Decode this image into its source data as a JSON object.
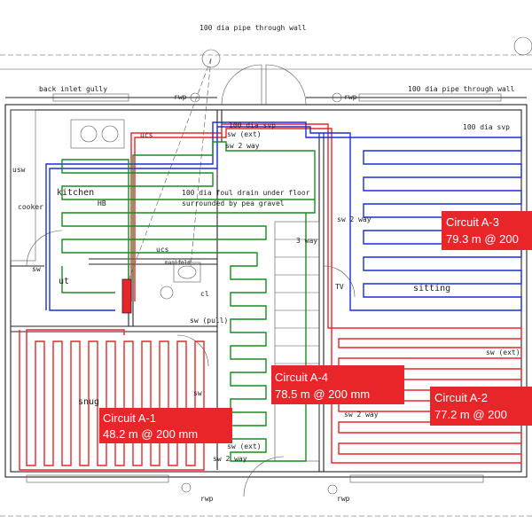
{
  "colors": {
    "circuit_red": "#e8262a",
    "circuit_green": "#1a8a22",
    "circuit_blue": "#1b2fd6",
    "callout_bg": "#e8262a",
    "walls": "#222222"
  },
  "annotations": {
    "pipe_top": "100 dia pipe through wall",
    "pipe_right": "100 dia pipe through wall",
    "gully": "back inlet gully",
    "rwp": "rwp",
    "ucs": "ucs",
    "usw": "usw",
    "kitchen": "kitchen",
    "cooker": "cooker",
    "hb": "HB",
    "ut": "ut",
    "sw": "sw",
    "manifold": "manifold",
    "cl": "cl",
    "sw_pull": "sw (pull)",
    "snug": "snug",
    "foul_drain_1": "100 dia foul drain under floor",
    "foul_drain_2": "surrounded by pea gravel",
    "svp_top": "100 dia svp",
    "svp_right": "100 dia svp",
    "sw_ext": "sw (ext)",
    "sw_2way": "sw 2 way",
    "three_way": "3 way",
    "tv": "TV",
    "sitting": "sitting"
  },
  "circuits": [
    {
      "id": "A-1",
      "name": "Circuit A-1",
      "spec": "48.2 m @ 200 mm",
      "color": "red"
    },
    {
      "id": "A-2",
      "name": "Circuit A-2",
      "spec": "77.2 m @ 200",
      "color": "red"
    },
    {
      "id": "A-3",
      "name": "Circuit A-3",
      "spec": "79.3 m @ 200",
      "color": "blue"
    },
    {
      "id": "A-4",
      "name": "Circuit A-4",
      "spec": "78.5 m @ 200 mm",
      "color": "green"
    }
  ]
}
